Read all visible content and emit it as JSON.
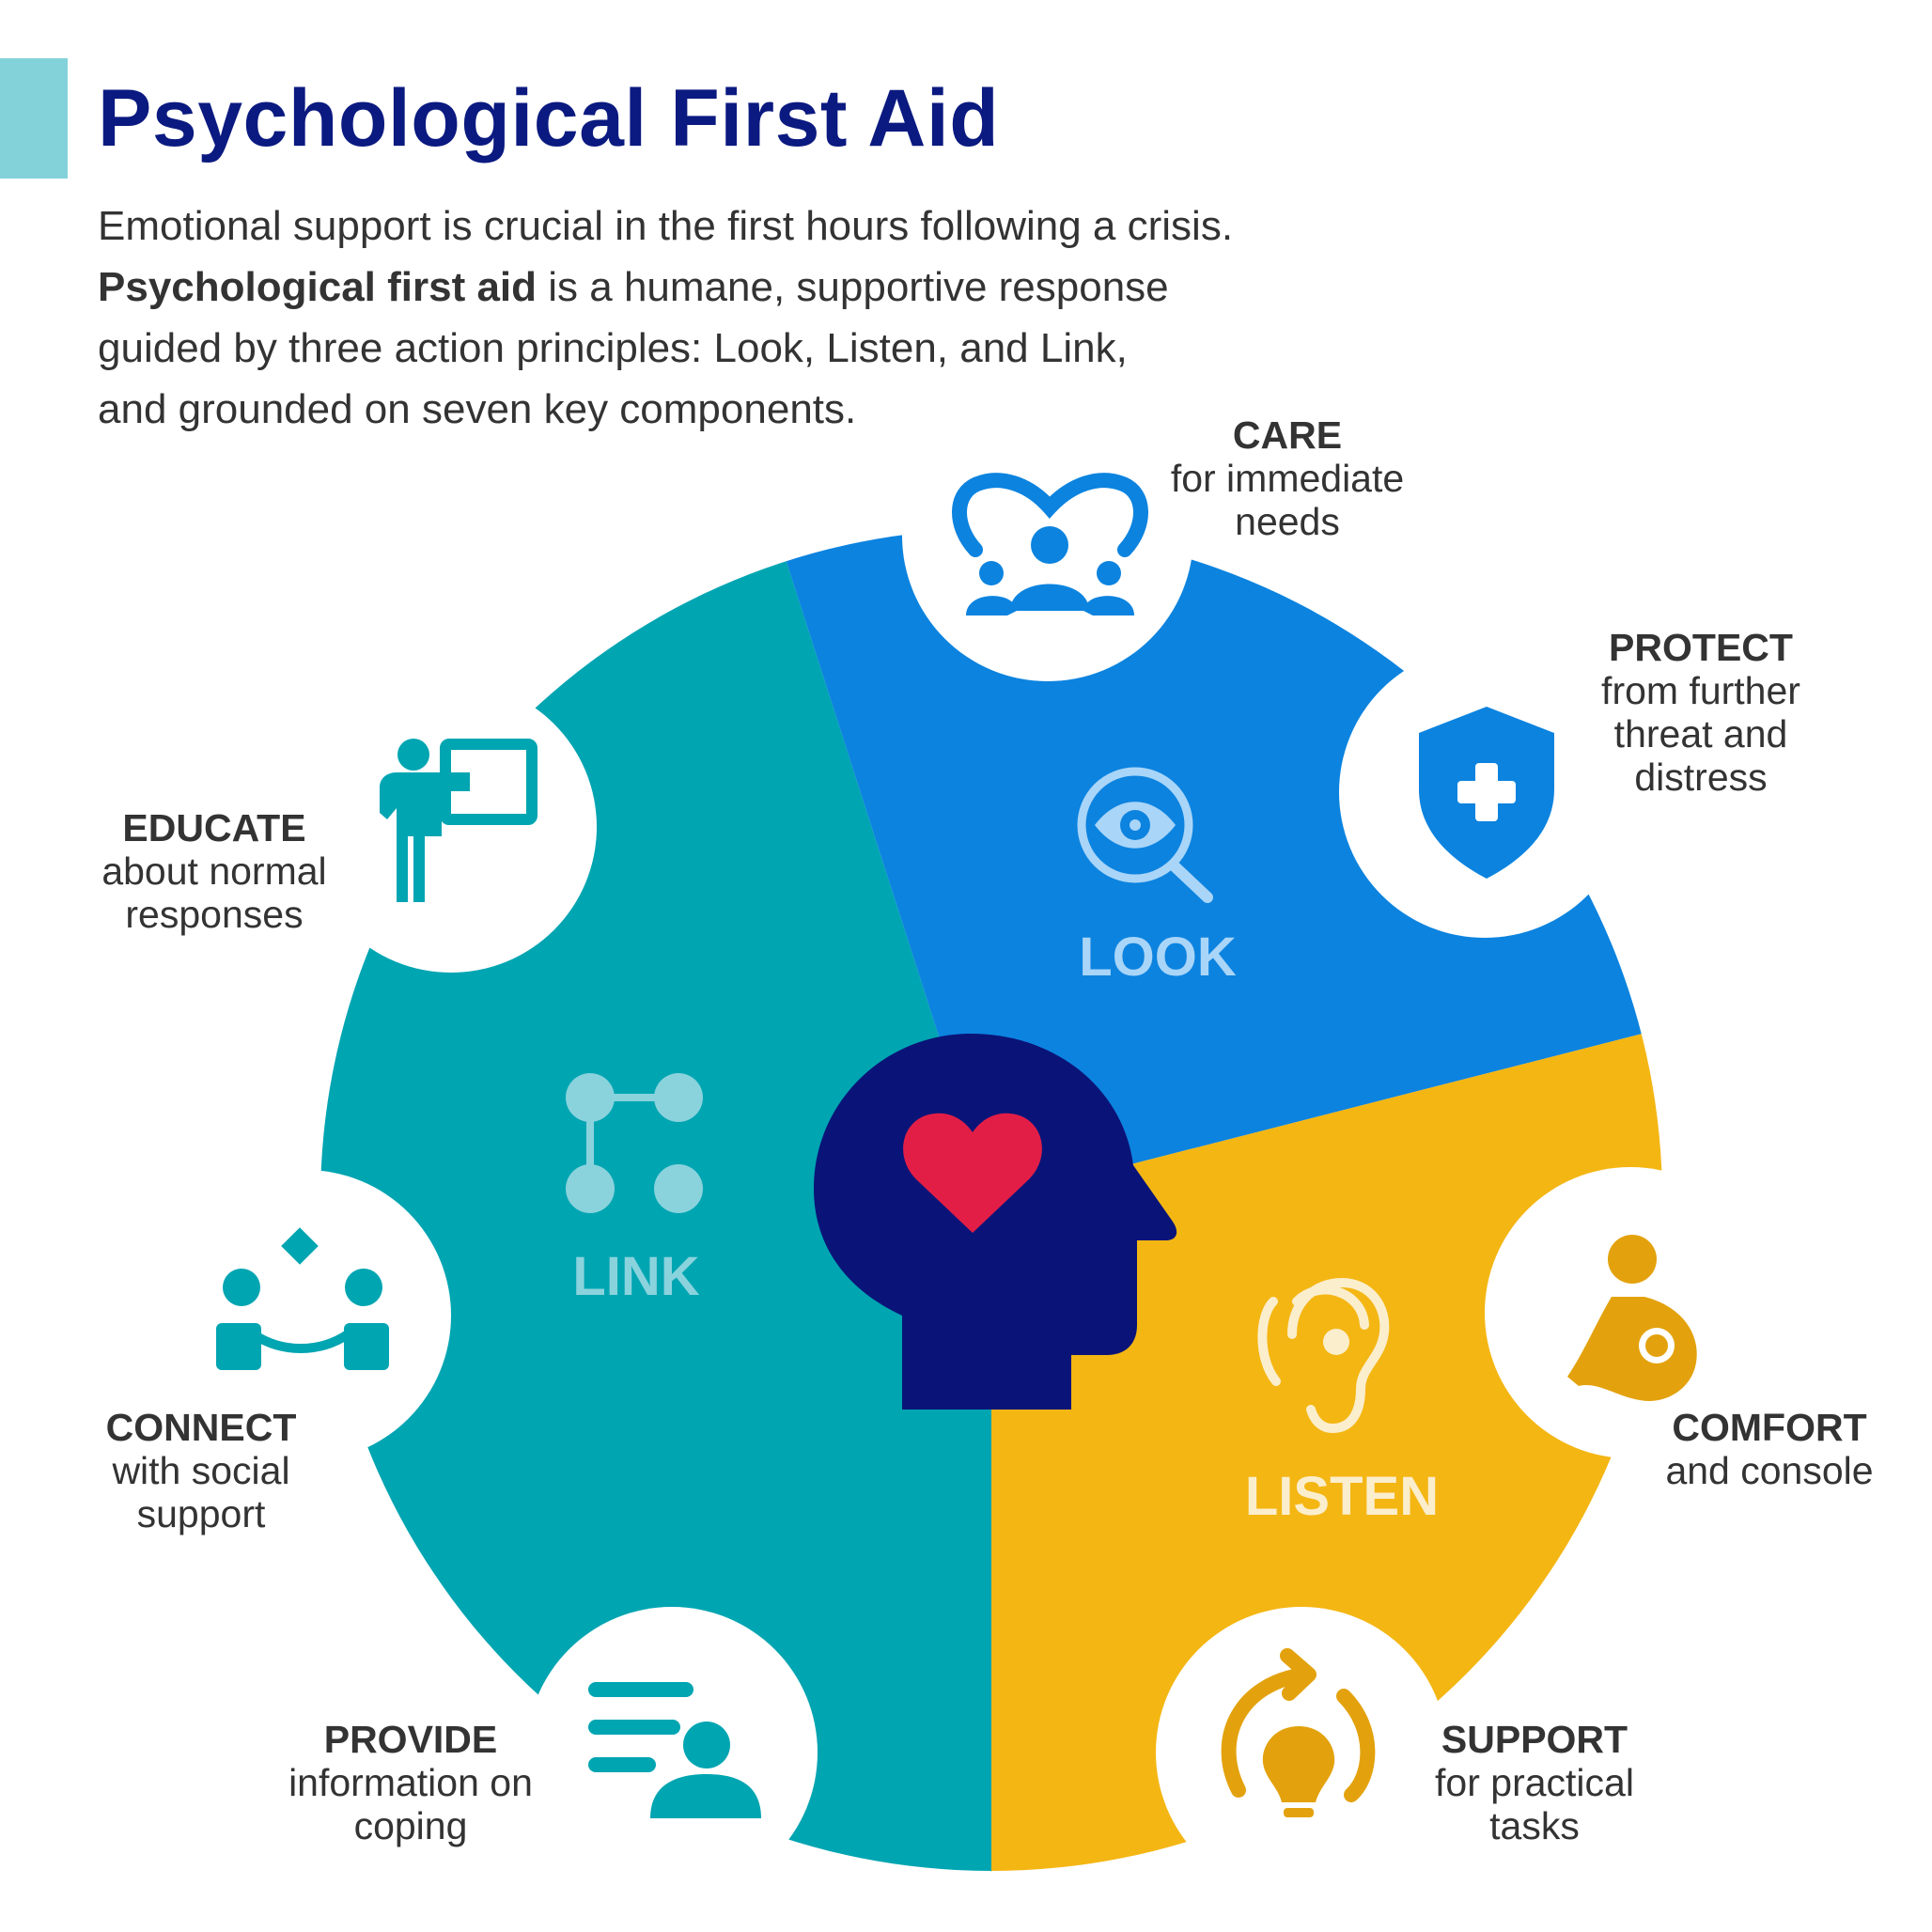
{
  "header": {
    "title": "Psychological First Aid",
    "intro_line1": "Emotional support is crucial in the first hours following a crisis.",
    "intro_bold": "Psychological first aid",
    "intro_rest_line2": " is a humane, supportive response",
    "intro_line3": "guided by three action principles: Look, Listen, and Link,",
    "intro_line4": "and grounded on seven key components."
  },
  "principles": {
    "look": "LOOK",
    "listen": "LISTEN",
    "link": "LINK"
  },
  "components": {
    "care": {
      "head": "CARE",
      "sub1": "for immediate",
      "sub2": "needs"
    },
    "protect": {
      "head": "PROTECT",
      "sub1": "from further",
      "sub2": "threat and",
      "sub3": "distress"
    },
    "comfort": {
      "head": "COMFORT",
      "sub1": "and console"
    },
    "support": {
      "head": "SUPPORT",
      "sub1": "for practical",
      "sub2": "tasks"
    },
    "provide": {
      "head": "PROVIDE",
      "sub1": "information on",
      "sub2": "coping"
    },
    "connect": {
      "head": "CONNECT",
      "sub1": "with social",
      "sub2": "support"
    },
    "educate": {
      "head": "EDUCATE",
      "sub1": "about normal",
      "sub2": "responses"
    }
  },
  "icons": {
    "care": "people-heart-icon",
    "protect": "shield-plus-icon",
    "comfort": "person-holding-baby-icon",
    "support": "lightbulb-cycle-icon",
    "provide": "person-info-list-icon",
    "connect": "people-connected-icon",
    "educate": "person-presenting-board-icon",
    "look": "eye-magnifier-icon",
    "listen": "ear-icon",
    "link": "connected-nodes-icon",
    "center": "head-heart-icon"
  },
  "colors": {
    "title": "#0b1a80",
    "accent_bar": "#83d2da",
    "look_blue": "#0c83df",
    "listen_yellow": "#f4b613",
    "link_teal": "#00a5b2",
    "head_navy": "#0a1478",
    "heart_red": "#e31e46",
    "look_icon": "#a9d5f8",
    "listen_icon": "#fbeecd",
    "link_icon": "#8ad3dd",
    "yellow_icon": "#e3a20d"
  }
}
